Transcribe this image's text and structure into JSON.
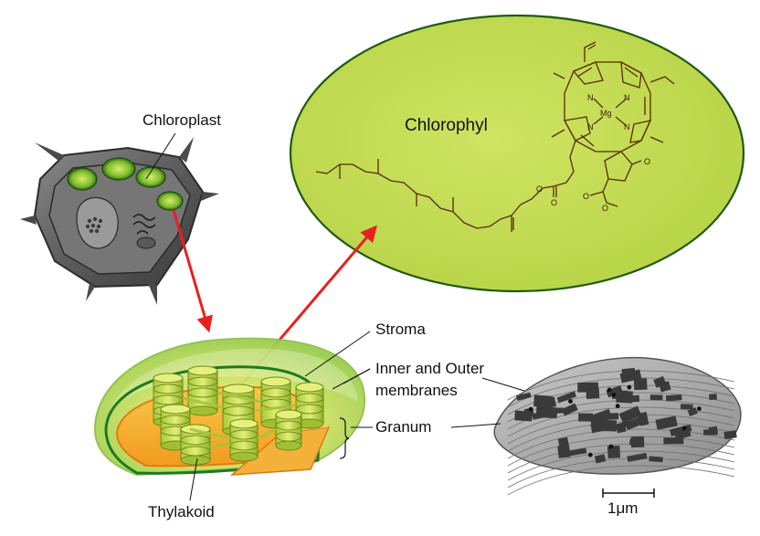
{
  "labels": {
    "chloroplast": "Chloroplast",
    "chlorophyl": "Chlorophyl",
    "stroma": "Stroma",
    "membranes_line1": "Inner and Outer",
    "membranes_line2": "membranes",
    "granum": "Granum",
    "thylakoid": "Thylakoid",
    "scale": "1μm"
  },
  "molecule_atoms": {
    "n1": "N",
    "n2": "N",
    "n3": "N",
    "n4": "N",
    "mg": "Mg",
    "o1": "O",
    "o2": "O",
    "o3": "O",
    "o4": "O",
    "o5": "O"
  },
  "colors": {
    "ellipse_fill": "#c2dd52",
    "ellipse_stroke": "#1e5a14",
    "arrow": "#e8201e",
    "molecule": "#5a2a08",
    "chloroplast_green": "#8ec63f",
    "thylakoid_yellow": "#e9e04a",
    "micrograph_dark": "#3a3a3a",
    "micrograph_light": "#b0b0b0"
  }
}
